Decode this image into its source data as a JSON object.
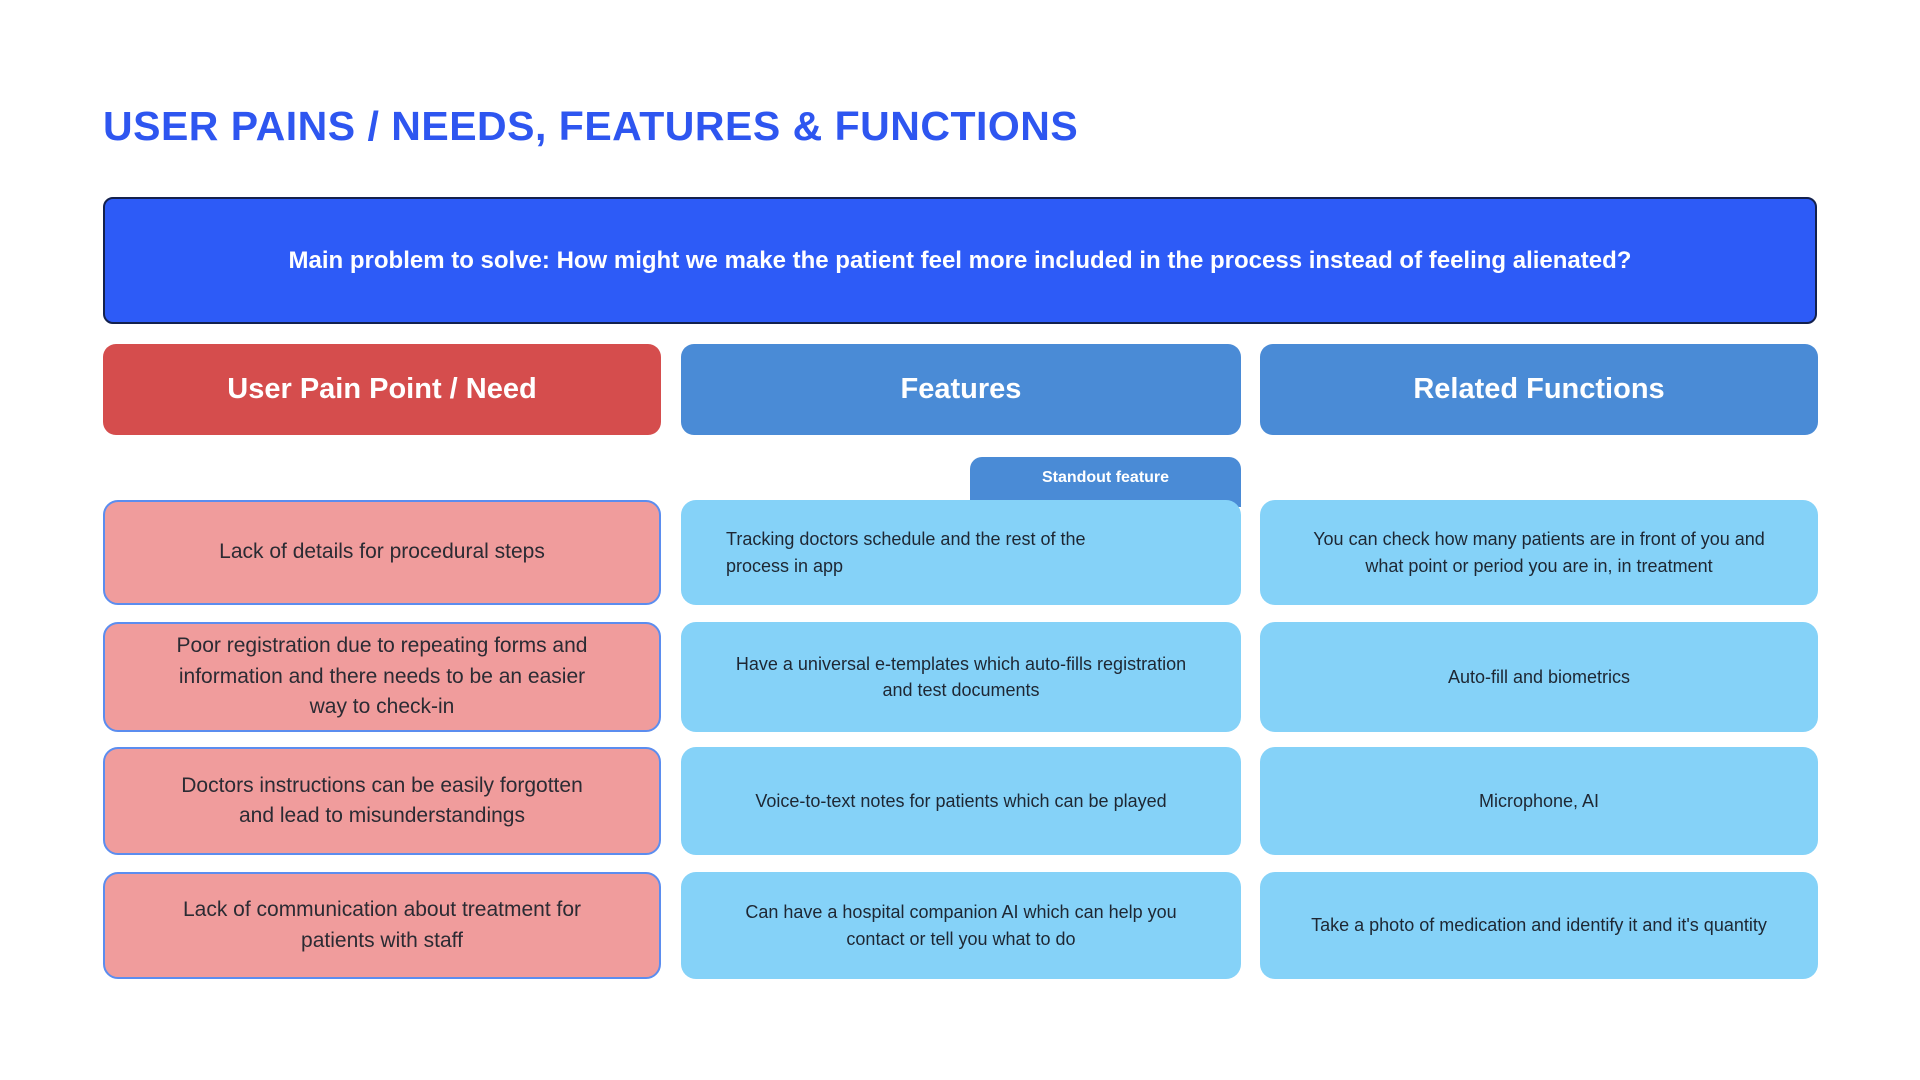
{
  "page": {
    "title": "USER PAINS / NEEDS, FEATURES & FUNCTIONS",
    "main_problem": "Main problem to solve: How might we make the patient feel more included in the process instead of feeling alienated?"
  },
  "columns": {
    "pain": "User Pain Point / Need",
    "features": "Features",
    "functions": "Related Functions"
  },
  "standout_label": "Standout feature",
  "rows": [
    {
      "pain": "Lack of details for procedural steps",
      "feature": "Tracking doctors schedule and the rest of the\nprocess in app",
      "function": "You can check how many patients are in front of you and\nwhat point or period you are in, in treatment"
    },
    {
      "pain": "Poor registration due to repeating forms and\ninformation and there needs to be an easier\nway to check-in",
      "feature": "Have a universal e-templates which auto-fills registration\nand test documents",
      "function": "Auto-fill and biometrics"
    },
    {
      "pain": "Doctors instructions can be easily forgotten\nand lead to misunderstandings",
      "feature": "Voice-to-text notes for patients which can be played",
      "function": "Microphone, AI"
    },
    {
      "pain": "Lack of communication about treatment for\npatients with staff",
      "feature": "Can have a hospital companion AI which can help you\ncontact or tell you what to do",
      "function": "Take a photo of medication and identify it and it's quantity"
    }
  ],
  "colors": {
    "title_blue": "#2E56F0",
    "banner_blue": "#2D5BF7",
    "banner_border": "#13214E",
    "header_red": "#D54D4D",
    "header_blue": "#4A8BD6",
    "light_blue": "#85D2F8",
    "pink": "#F09C9C",
    "pink_border": "#5B8DEF"
  }
}
